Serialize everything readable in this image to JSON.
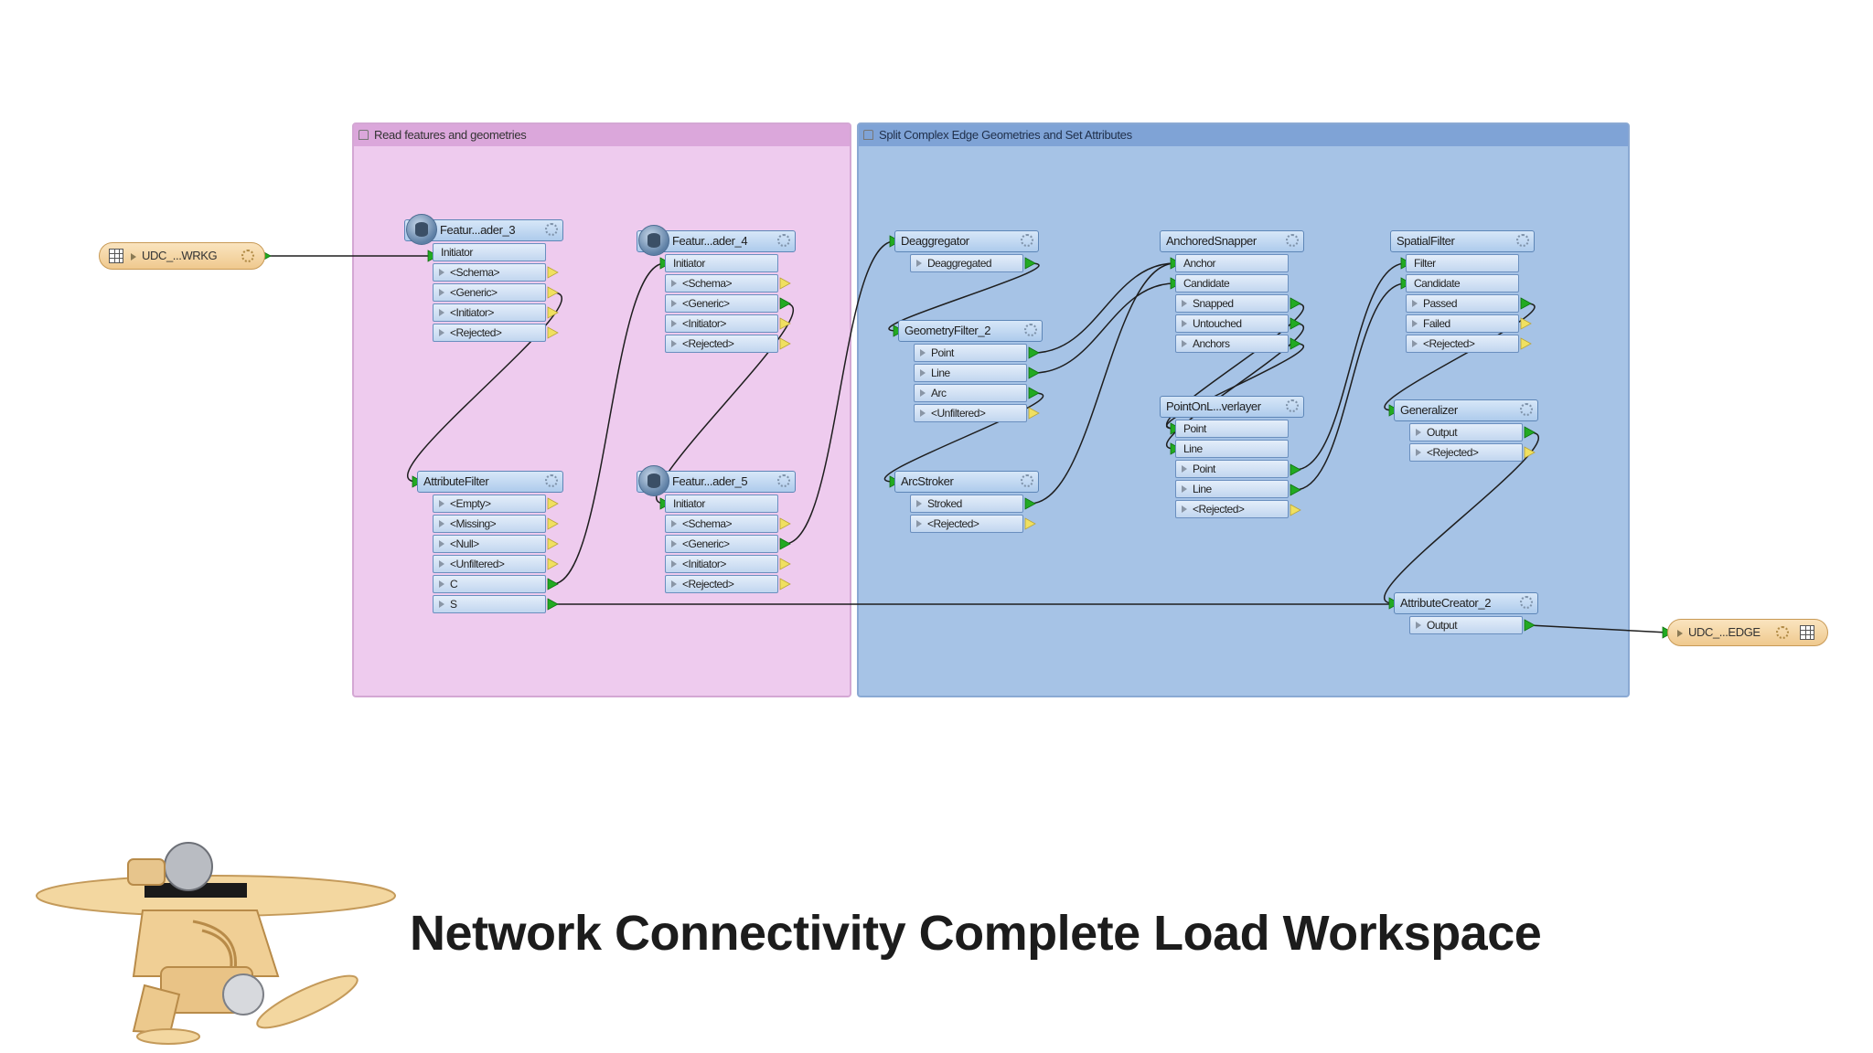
{
  "title": "Network Connectivity Complete Load Workspace",
  "colors": {
    "pink_bookmark": "#eecbee",
    "blue_bookmark": "#a6c3e6",
    "transformer": "#c1d6ef",
    "feature_type": "#efc98e",
    "wire": "#1e1e1e",
    "port_arrow": "#22aa22",
    "rejected_arrow": "#f0e060"
  },
  "bookmarks": [
    {
      "label": "Read features and geometries",
      "icon": "bookmark-icon"
    },
    {
      "label": "Split Complex Edge Geometries and Set Attributes",
      "icon": "bookmark-icon"
    }
  ],
  "reader": {
    "label": "UDC_...WRKG",
    "icon": "table-icon"
  },
  "writer": {
    "label": "UDC_...EDGE",
    "icon": "table-icon"
  },
  "transformers": {
    "fr3": {
      "name": "Featur...ader_3",
      "ports": [
        "Initiator",
        "<Schema>",
        "<Generic>",
        "<Initiator>",
        "<Rejected>"
      ]
    },
    "fr4": {
      "name": "Featur...ader_4",
      "ports": [
        "Initiator",
        "<Schema>",
        "<Generic>",
        "<Initiator>",
        "<Rejected>"
      ]
    },
    "af": {
      "name": "AttributeFilter",
      "ports": [
        "<Empty>",
        "<Missing>",
        "<Null>",
        "<Unfiltered>",
        "C",
        "S"
      ]
    },
    "fr5": {
      "name": "Featur...ader_5",
      "ports": [
        "Initiator",
        "<Schema>",
        "<Generic>",
        "<Initiator>",
        "<Rejected>"
      ]
    },
    "deagg": {
      "name": "Deaggregator",
      "ports": [
        "Deaggregated"
      ]
    },
    "gf2": {
      "name": "GeometryFilter_2",
      "ports": [
        "Point",
        "Line",
        "Arc",
        "<Unfiltered>"
      ]
    },
    "arc": {
      "name": "ArcStroker",
      "ports": [
        "Stroked",
        "<Rejected>"
      ]
    },
    "as": {
      "name": "AnchoredSnapper",
      "ports": [
        "Anchor",
        "Candidate",
        "Snapped",
        "Untouched",
        "Anchors"
      ]
    },
    "pol": {
      "name": "PointOnL...verlayer",
      "ports": [
        "Point",
        "Line",
        "Point",
        "Line",
        "<Rejected>"
      ]
    },
    "sf": {
      "name": "SpatialFilter",
      "ports": [
        "Filter",
        "Candidate",
        "Passed",
        "Failed",
        "<Rejected>"
      ]
    },
    "gen": {
      "name": "Generalizer",
      "ports": [
        "Output",
        "<Rejected>"
      ]
    },
    "ac2": {
      "name": "AttributeCreator_2",
      "ports": [
        "Output"
      ]
    }
  }
}
